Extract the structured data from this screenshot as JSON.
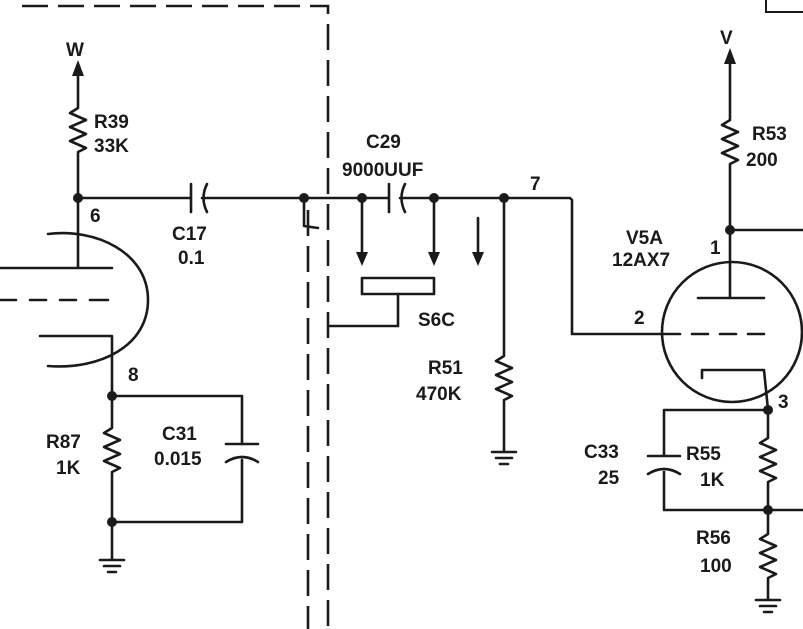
{
  "rails": {
    "w": "W",
    "v": "V"
  },
  "components": {
    "r39": {
      "ref": "R39",
      "value": "33K"
    },
    "c17": {
      "ref": "C17",
      "value": "0.1"
    },
    "c29": {
      "ref": "C29",
      "value": "9000UUF"
    },
    "s6c": {
      "ref": "S6C"
    },
    "r51": {
      "ref": "R51",
      "value": "470K"
    },
    "r87": {
      "ref": "R87",
      "value": "1K"
    },
    "c31": {
      "ref": "C31",
      "value": "0.015"
    },
    "r53": {
      "ref": "R53",
      "value": "200"
    },
    "v5a": {
      "ref": "V5A",
      "type": "12AX7"
    },
    "c33": {
      "ref": "C33",
      "value": "25"
    },
    "r55": {
      "ref": "R55",
      "value": "1K"
    },
    "r56": {
      "ref": "R56",
      "value": "100"
    }
  },
  "pins": {
    "p6": "6",
    "p8": "8",
    "p7": "7",
    "p1": "1",
    "p2": "2",
    "p3": "3"
  }
}
